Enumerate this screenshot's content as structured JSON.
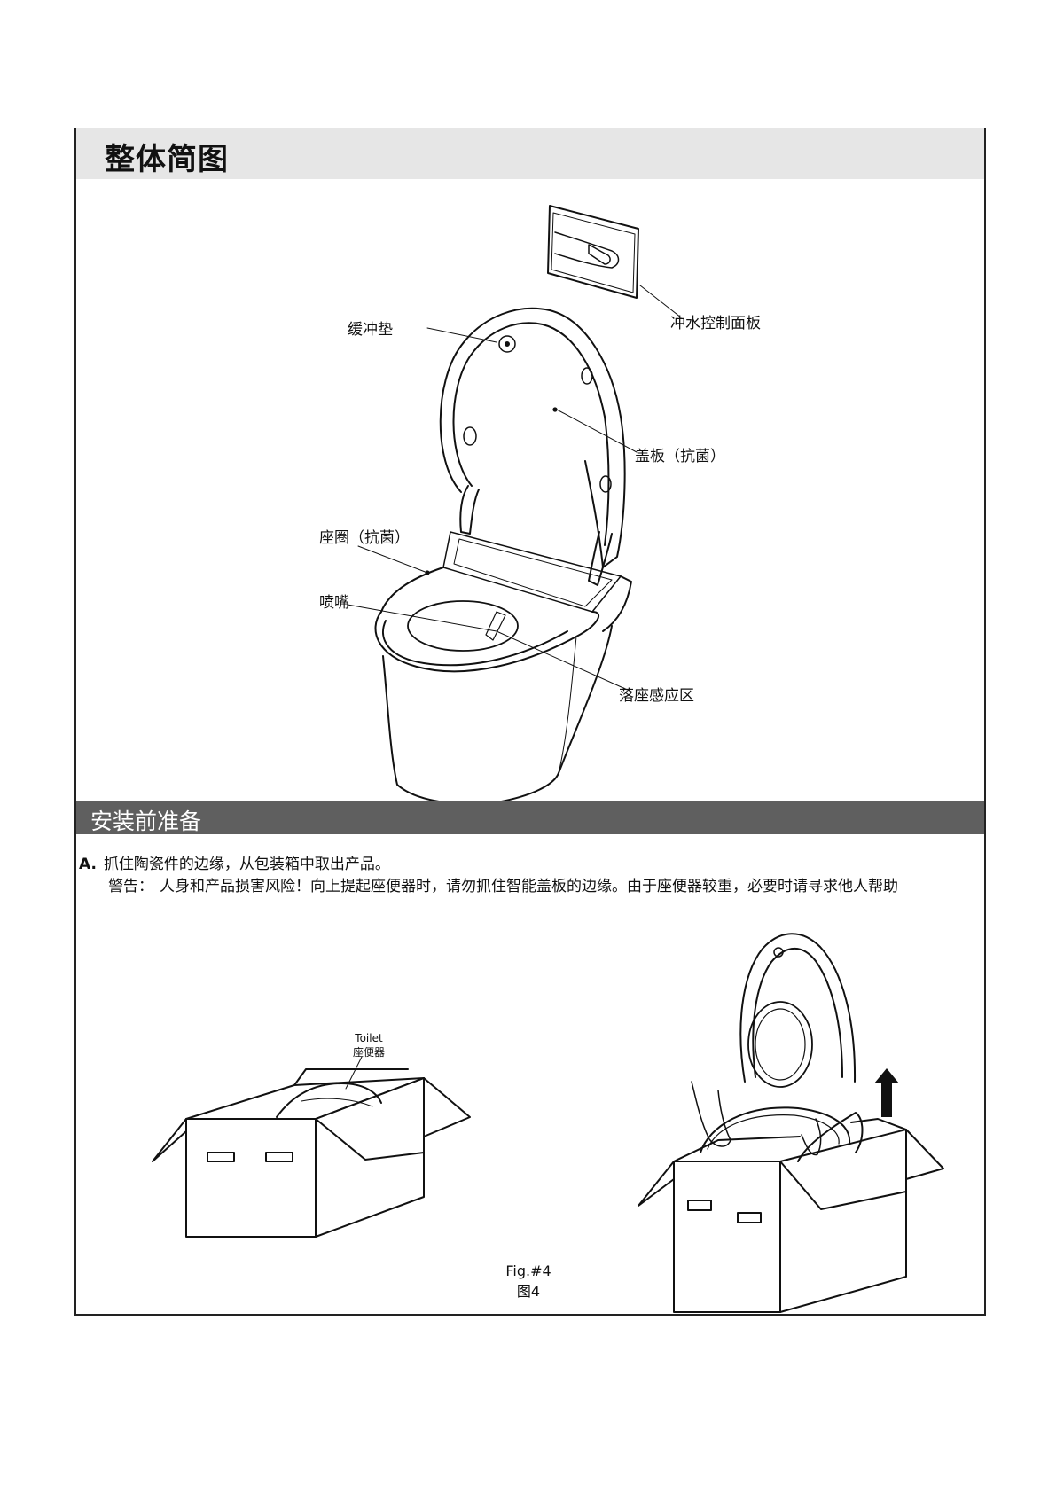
{
  "header": {
    "title": "整体简图"
  },
  "diagram_labels": {
    "cushion": "缓冲垫",
    "flush_panel": "冲水控制面板",
    "cover": "盖板（抗菌）",
    "seat": "座圈（抗菌）",
    "nozzle": "喷嘴",
    "sensor": "落座感应区"
  },
  "section": {
    "title": "安装前准备"
  },
  "step_a": {
    "marker": "A.",
    "text": "抓住陶瓷件的边缘，从包装箱中取出产品。",
    "warning_label": "警告：",
    "warning_text": "人身和产品损害风险！向上提起座便器时，请勿抓住智能盖板的边缘。由于座便器较重，必要时请寻求他人帮助"
  },
  "box_label": {
    "en": "Toilet",
    "cn": "座便器"
  },
  "figure": {
    "en": "Fig.#4",
    "cn": "图4"
  }
}
